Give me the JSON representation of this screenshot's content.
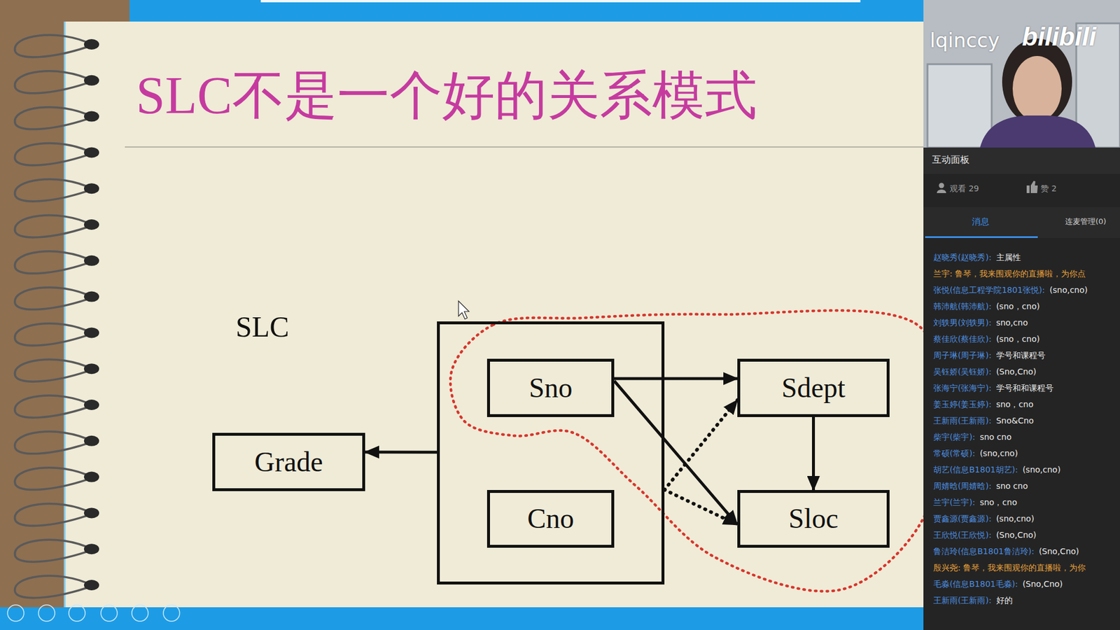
{
  "diagram": {
    "title": "SLC不是一个好的关系模式",
    "nodes": [
      {
        "text": []
      },
      {
        "text": [
          "Sno"
        ],
        "in": 0
      },
      {
        "text": [
          "Cno"
        ],
        "in": 0
      },
      {
        "text": [
          "Grade"
        ]
      },
      {
        "text": [
          "Sdept"
        ]
      },
      {
        "text": [
          "Sloc"
        ]
      }
    ],
    "edges": [
      {
        "from": 0,
        "to": 3,
        "arrow": "to"
      },
      {
        "from": 1,
        "to": 4,
        "arrow": "to"
      },
      {
        "from": 1,
        "to": 5,
        "arrow": "to"
      },
      {
        "from": 4,
        "to": 5,
        "arrow": "to"
      },
      {
        "from": 0,
        "to": 4,
        "arrow": "to"
      },
      {
        "from": 0,
        "to": 5,
        "arrow": "to"
      }
    ],
    "labels": [
      "SLC",
      "lqinccy",
      "bilibili",
      "互动面板",
      "观看 29",
      "赞 2",
      "消息",
      "连麦管理(0)",
      "赵晓秀(赵晓秀):",
      "主属性",
      "兰宇: 鲁琴，我来围观你的直播啦，为你点",
      "张悦(信息工程学院1801张悦):",
      "(sno,cno)",
      "韩沛航(韩沛航):",
      "(sno，cno)",
      "刘轶男(刘轶男):",
      "sno,cno",
      "蔡佳欣(蔡佳欣):",
      "(sno，cno)",
      "周子琳(周子琳):",
      "学号和课程号",
      "吴钰娇(吴钰娇):",
      "(Sno,Cno)",
      "张海宁(张海宁):",
      "学号和和课程号",
      "姜玉婷(姜玉婷):",
      "sno，cno",
      "王新雨(王新雨):",
      "Sno&Cno",
      "柴宇(柴宇):",
      "sno cno",
      "常硕(常硕):",
      "(sno,cno)",
      "胡艺(信息B1801胡艺):",
      "(sno,cno)",
      "周婧晗(周婧晗):",
      "sno cno",
      "兰宇(兰宇):",
      "sno，cno",
      "贾鑫源(贾鑫源):",
      "(sno,cno)",
      "王欣悦(王欣悦):",
      "(Sno,Cno)",
      "鲁洁玲(信息B1801鲁洁玲):",
      "(Sno,Cno)",
      "殷兴尧: 鲁琴，我来围观你的直播啦，为你",
      "毛淼(信息B1801毛淼):",
      "(Sno,Cno)",
      "王新雨(王新雨):",
      "好的"
    ]
  }
}
